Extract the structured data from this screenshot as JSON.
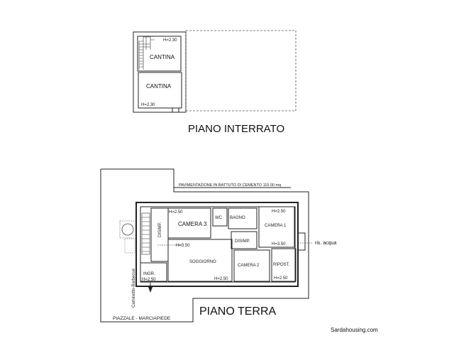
{
  "basement": {
    "title": "PIANO INTERRATO",
    "rooms": [
      {
        "name": "CANTINA",
        "height": "H=2.30"
      },
      {
        "name": "CANTINA",
        "height": "H=2.30"
      }
    ]
  },
  "ground_floor": {
    "title": "PIANO TERRA",
    "paving_note": "PAVIMENTAZIONE IN BATTUTO DI CEMENTO 115.00 mq",
    "yard_label": "PIAZZALE - MARCIAPIEDE",
    "barbecue_label": "Caminetto-Barbecue",
    "water_label": "ris. acqua",
    "rooms": {
      "camera3": "CAMERA 3",
      "camera3_h": "H=2.50",
      "wc": "WC",
      "bagno": "BAGNO",
      "camera1": "CAMERA 1",
      "camera1_h": "H=2.50",
      "disimp_left": "DISIMP.",
      "disimp_right": "DISIMP.",
      "h350_left": "H=3.50",
      "h350_right": "H=3.50",
      "soggiorno": "SOGGIORNO",
      "soggiorno_h": "H=2.50",
      "camera2": "CAMERA 2",
      "ripost": "RIPOST.",
      "ripost_h": "H=2.50",
      "ingr": "INGR.",
      "ingr_h": "H=2.50"
    }
  },
  "watermark": "Sardahousing.com"
}
